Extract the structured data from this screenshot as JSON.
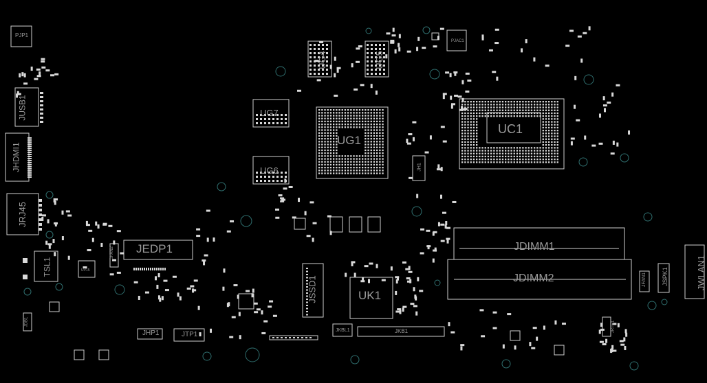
{
  "board": {
    "background": "#000000",
    "outline_color": "#cfcfcf",
    "pad_color": "#d9d9d9",
    "via_color": "#2f6f6f",
    "text_color": "#9a9a9a"
  },
  "components": {
    "pjp1": "PJP1",
    "jusb1": "JUSB1",
    "jhdmi1": "JHDMI1",
    "jrj45": "JRJ45",
    "tsl1": "TSL1",
    "jfan2": "JFAN2",
    "jedp1": "JEDP1",
    "ug4": "UG4",
    "ug5": "UG5",
    "ug7": "UG7",
    "ug6": "UG6",
    "ug1": "UG1",
    "uc1": "UC1",
    "jh1": "JH1",
    "jssd1": "JSSD1",
    "uk1": "UK1",
    "jkbl1": "JKBL1",
    "jkb1": "JKB1",
    "jhp1": "JHP1",
    "jtp1": "JTP1",
    "jdimm1": "JDIMM1",
    "jdimm2": "JDIMM2",
    "jfan1": "JFAN1",
    "jspk1": "JSPK1",
    "jwlan1": "JWLAN1",
    "pjac1": "PJAC1",
    "jrtc1": "JRTC1",
    "jdb1": "JDB1",
    "uv15": "UV15"
  }
}
